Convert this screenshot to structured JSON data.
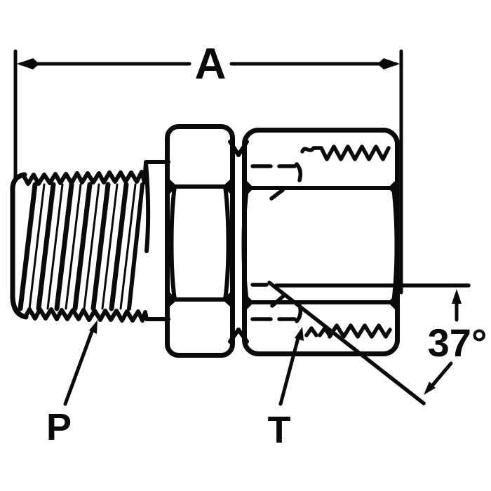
{
  "figure": {
    "kind": "technical line drawing",
    "subject": "male pipe thread to female swivel fitting, side view"
  },
  "labels": {
    "dimension_a": "A",
    "pipe_thread": "P",
    "swivel_thread": "T",
    "flare_angle": "37°"
  },
  "colors": {
    "ink": "#0a0a0a",
    "paper": "#ffffff"
  }
}
